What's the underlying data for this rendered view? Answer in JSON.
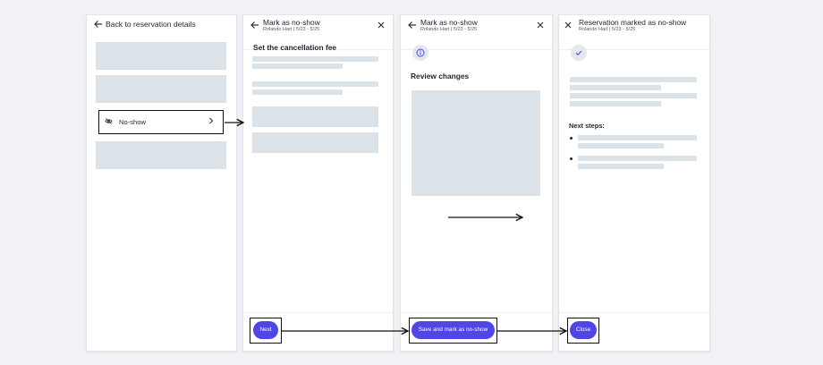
{
  "screen1": {
    "back_label": "Back to reservation details",
    "noshow_label": "No-show"
  },
  "screen2": {
    "title": "Mark as no-show",
    "subtitle": "Rolando Hart | 5/23 - 5/25",
    "section_title": "Set the cancellation fee",
    "next_label": "Next"
  },
  "screen3": {
    "title": "Mark as no-show",
    "subtitle": "Rolando Hart | 5/23 - 5/25",
    "section_title": "Review changes",
    "save_label": "Save and mark as no-show"
  },
  "screen4": {
    "title": "Reservation marked as no-show",
    "subtitle": "Rolando Hart | 5/23 - 5/25",
    "next_steps_label": "Next steps:",
    "close_label": "Close"
  },
  "icons": {
    "back": "arrow-left-icon",
    "close": "close-icon",
    "eye_off": "eye-off-icon",
    "chevron": "chevron-right-icon",
    "info": "info-icon",
    "check": "check-icon"
  },
  "colors": {
    "accent": "#4f46e5",
    "placeholder": "#dbe2e8"
  }
}
